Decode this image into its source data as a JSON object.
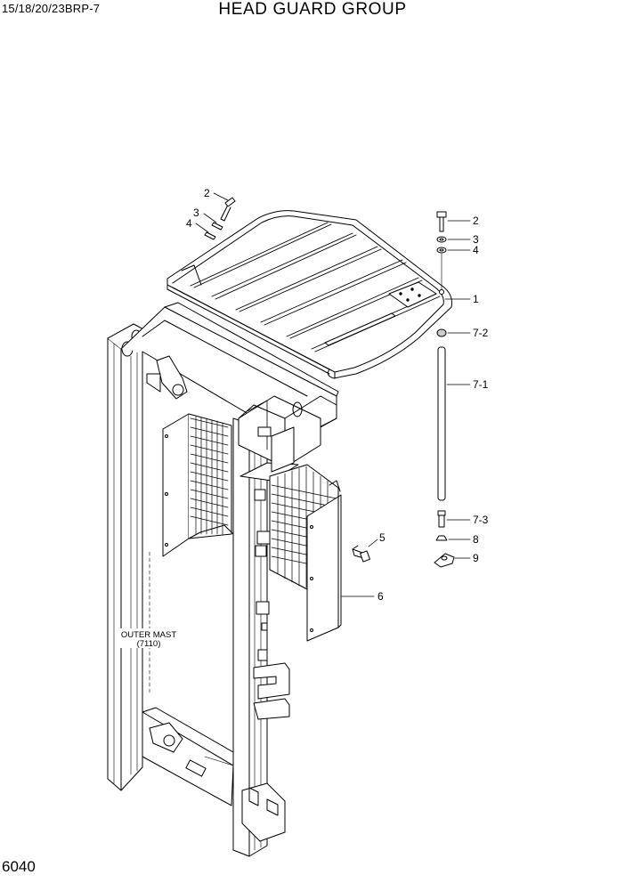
{
  "header": {
    "model": "15/18/20/23BRP-7",
    "title": "HEAD GUARD GROUP"
  },
  "footer": {
    "page_number": "6040"
  },
  "callouts": {
    "c2_left": "2",
    "c3_left": "3",
    "c4_left": "4",
    "c2_right": "2",
    "c3_right": "3",
    "c4_right": "4",
    "c1": "1",
    "c7_2": "7-2",
    "c7_1": "7-1",
    "c7_3": "7-3",
    "c8": "8",
    "c9": "9",
    "c5": "5",
    "c6": "6"
  },
  "notes": {
    "outer_mast_line1": "OUTER MAST",
    "outer_mast_line2": "(7110)"
  }
}
